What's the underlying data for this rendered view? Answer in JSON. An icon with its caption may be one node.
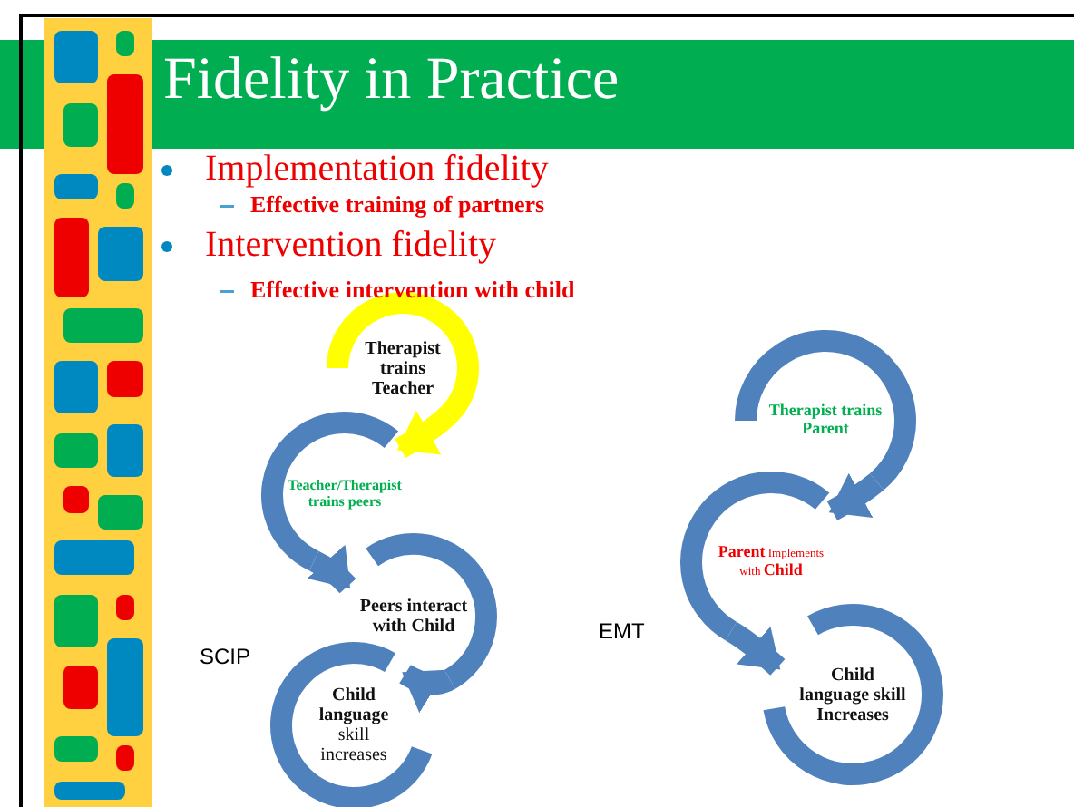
{
  "diagram": {
    "title": "Fidelity in Practice",
    "nodes": [
      {
        "text": [
          "Therapist trains Teacher"
        ]
      },
      {
        "text": [
          "Teacher/Therapist trains peers"
        ]
      },
      {
        "text": [
          "Peers interact with Child"
        ]
      },
      {
        "text": [
          "**Child language** skill increases"
        ]
      },
      {
        "text": [
          "Therapist trains Parent"
        ]
      },
      {
        "text": [
          "**Parent** Implements with **Child**"
        ]
      },
      {
        "text": [
          "Child language skill Increases"
        ]
      }
    ],
    "edges": [
      {
        "from": 0,
        "to": 1,
        "arrow": "to",
        "color": "#ffff00"
      },
      {
        "from": 1,
        "to": 2,
        "arrow": "to"
      },
      {
        "from": 2,
        "to": 3,
        "arrow": "to"
      },
      {
        "from": 4,
        "to": 5,
        "arrow": "to"
      },
      {
        "from": 5,
        "to": 6,
        "arrow": "to"
      }
    ],
    "labels": [
      "Implementation fidelity",
      "Effective training of partners",
      "Intervention fidelity",
      "Effective intervention with child",
      "SCIP",
      "EMT"
    ]
  }
}
